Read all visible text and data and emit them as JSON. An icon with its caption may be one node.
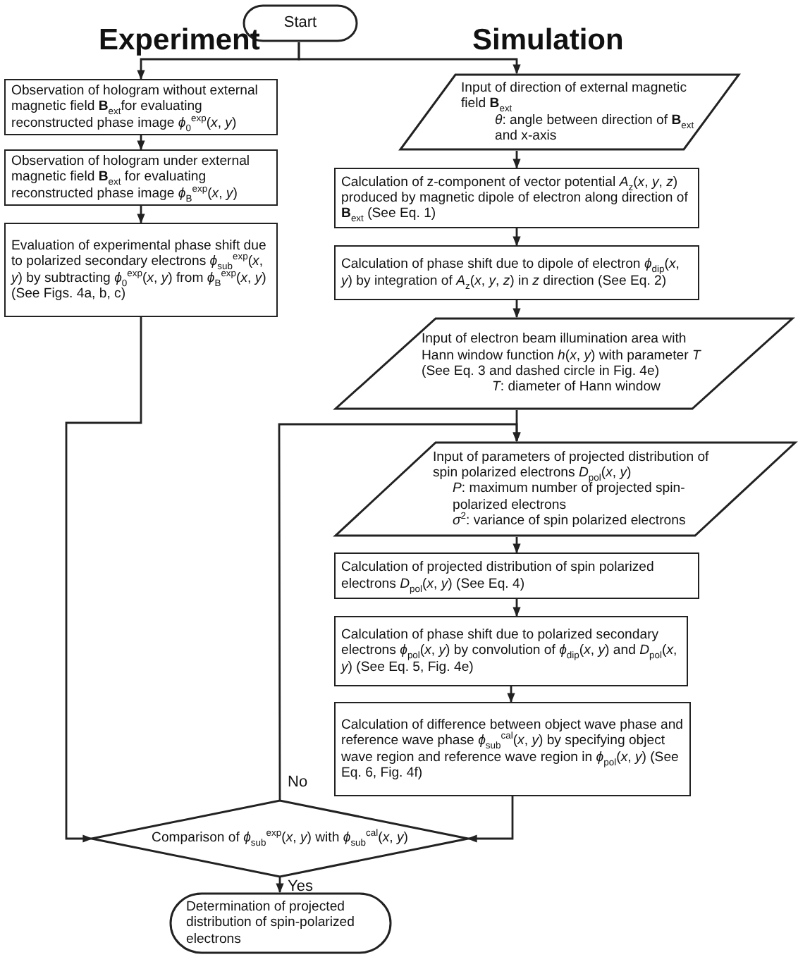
{
  "diagram": {
    "nodes": [
      {
        "text": [
          "Start"
        ]
      },
      {
        "text": [
          "Observation of hologram without external magnetic field **B**$_{ext}$for evaluating reconstructed phase image *ϕ*$_{0}$$^{exp}$(*x*, *y*)"
        ]
      },
      {
        "text": [
          "Observation of hologram under external magnetic field **B**$_{ext}$ for evaluating reconstructed phase image *ϕ*$_{B}$$^{exp}$(*x*, *y*)"
        ]
      },
      {
        "text": [
          "Evaluation of experimental phase shift due to polarized secondary electrons *ϕ*$_{sub}$$^{exp}$(*x*, *y*) by subtracting *ϕ*$_{0}$$^{exp}$(*x*, *y*) from *ϕ*$_{B}$$^{exp}$(*x*, *y*) (See Figs. 4a, b, c)"
        ]
      },
      {
        "text": [
          "Input of direction of external magnetic field **B**$_{ext}$",
          "*θ*: angle between direction of **B**$_{ext}$ and x-axis"
        ]
      },
      {
        "text": [
          "Calculation of z-component of vector potential *A*$_{z}$(*x*, *y*, *z*) produced by magnetic dipole of electron along direction of **B**$_{ext}$ (See Eq. 1)"
        ]
      },
      {
        "text": [
          "Calculation of phase shift due to dipole of electron *ϕ*$_{dip}$(*x*, *y*) by integration of *A*$_{z}$(*x*, *y*, *z*) in *z* direction (See Eq. 2)"
        ]
      },
      {
        "text": [
          "Input of electron beam illumination area with Hann window function *h*(*x*, *y*) with parameter *T* (See Eq. 3 and dashed circle in Fig. 4e)",
          "*T*: diameter of Hann window"
        ]
      },
      {
        "text": [
          "Input of parameters of projected distribution of spin polarized electrons *D*$_{pol}$(*x*, *y*)",
          "*P*: maximum number of projected spin-polarized electrons",
          "*σ*$^{2}$: variance of spin polarized electrons"
        ]
      },
      {
        "text": [
          "Calculation of projected distribution of spin polarized electrons *D*$_{pol}$(*x*, *y*) (See Eq. 4)"
        ]
      },
      {
        "text": [
          "Calculation of phase shift due to polarized secondary electrons *ϕ*$_{pol}$(*x*, *y*) by convolution of *ϕ*$_{dip}$(*x*, *y*) and *D*$_{pol}$(*x*, *y*) (See Eq. 5, Fig. 4e)"
        ]
      },
      {
        "text": [
          "Calculation of difference between object wave phase and reference wave phase *ϕ*$_{sub}$$^{cal}$(*x*, *y*) by specifying object wave region and reference wave region in *ϕ*$_{pol}$(*x*, *y*) (See Eq. 6, Fig. 4f)"
        ]
      },
      {
        "text": [
          "Comparison of *ϕ*$_{sub}$$^{exp}$(*x*, *y*) with *ϕ*$_{sub}$$^{cal}$(*x*, *y*)"
        ]
      },
      {
        "text": [
          "Determination of projected distribution of spin-polarized electrons"
        ]
      }
    ],
    "edges": [
      {
        "from": 0,
        "to": 1,
        "arrow": "to"
      },
      {
        "from": 0,
        "to": 4,
        "arrow": "to"
      },
      {
        "from": 1,
        "to": 2,
        "arrow": "to"
      },
      {
        "from": 2,
        "to": 3,
        "arrow": "to"
      },
      {
        "from": 3,
        "to": 12,
        "arrow": "to"
      },
      {
        "from": 4,
        "to": 5,
        "arrow": "to"
      },
      {
        "from": 5,
        "to": 6,
        "arrow": "to"
      },
      {
        "from": 6,
        "to": 7,
        "arrow": "to"
      },
      {
        "from": 7,
        "to": 8,
        "arrow": "to"
      },
      {
        "from": 12,
        "to": 8,
        "arrow": "to",
        "label": "No"
      },
      {
        "from": 8,
        "to": 9,
        "arrow": "to"
      },
      {
        "from": 9,
        "to": 10,
        "arrow": "to"
      },
      {
        "from": 10,
        "to": 11,
        "arrow": "to"
      },
      {
        "from": 11,
        "to": 12,
        "arrow": "to"
      },
      {
        "from": 12,
        "to": 13,
        "arrow": "to",
        "label": "Yes"
      }
    ],
    "labels": [
      "Experiment",
      "Simulation"
    ]
  }
}
